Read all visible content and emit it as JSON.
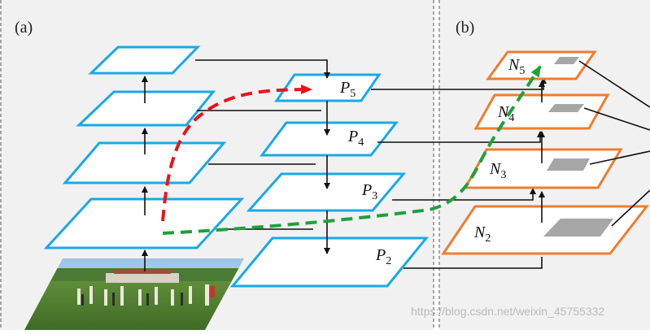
{
  "panels": {
    "a": {
      "label": "(a)"
    },
    "b": {
      "label": "(b)"
    }
  },
  "pyramid_p": [
    {
      "base": "P",
      "sub": "5"
    },
    {
      "base": "P",
      "sub": "4"
    },
    {
      "base": "P",
      "sub": "3"
    },
    {
      "base": "P",
      "sub": "2"
    }
  ],
  "pyramid_n": [
    {
      "base": "N",
      "sub": "5"
    },
    {
      "base": "N",
      "sub": "4"
    },
    {
      "base": "N",
      "sub": "3"
    },
    {
      "base": "N",
      "sub": "2"
    }
  ],
  "watermark": "https://blog.csdn.net/weixin_45755332",
  "colors": {
    "panel_bg": "#f1f1f1",
    "backbone_blue": "#1aa9e6",
    "fpn_blue": "#1aa9e6",
    "bottomup_orange": "#ed7d31",
    "roi_gray": "#a6a6a6",
    "red_path": "#e8131b",
    "green_path": "#1fa13a",
    "arrow": "#111111",
    "divider": "#555555"
  }
}
